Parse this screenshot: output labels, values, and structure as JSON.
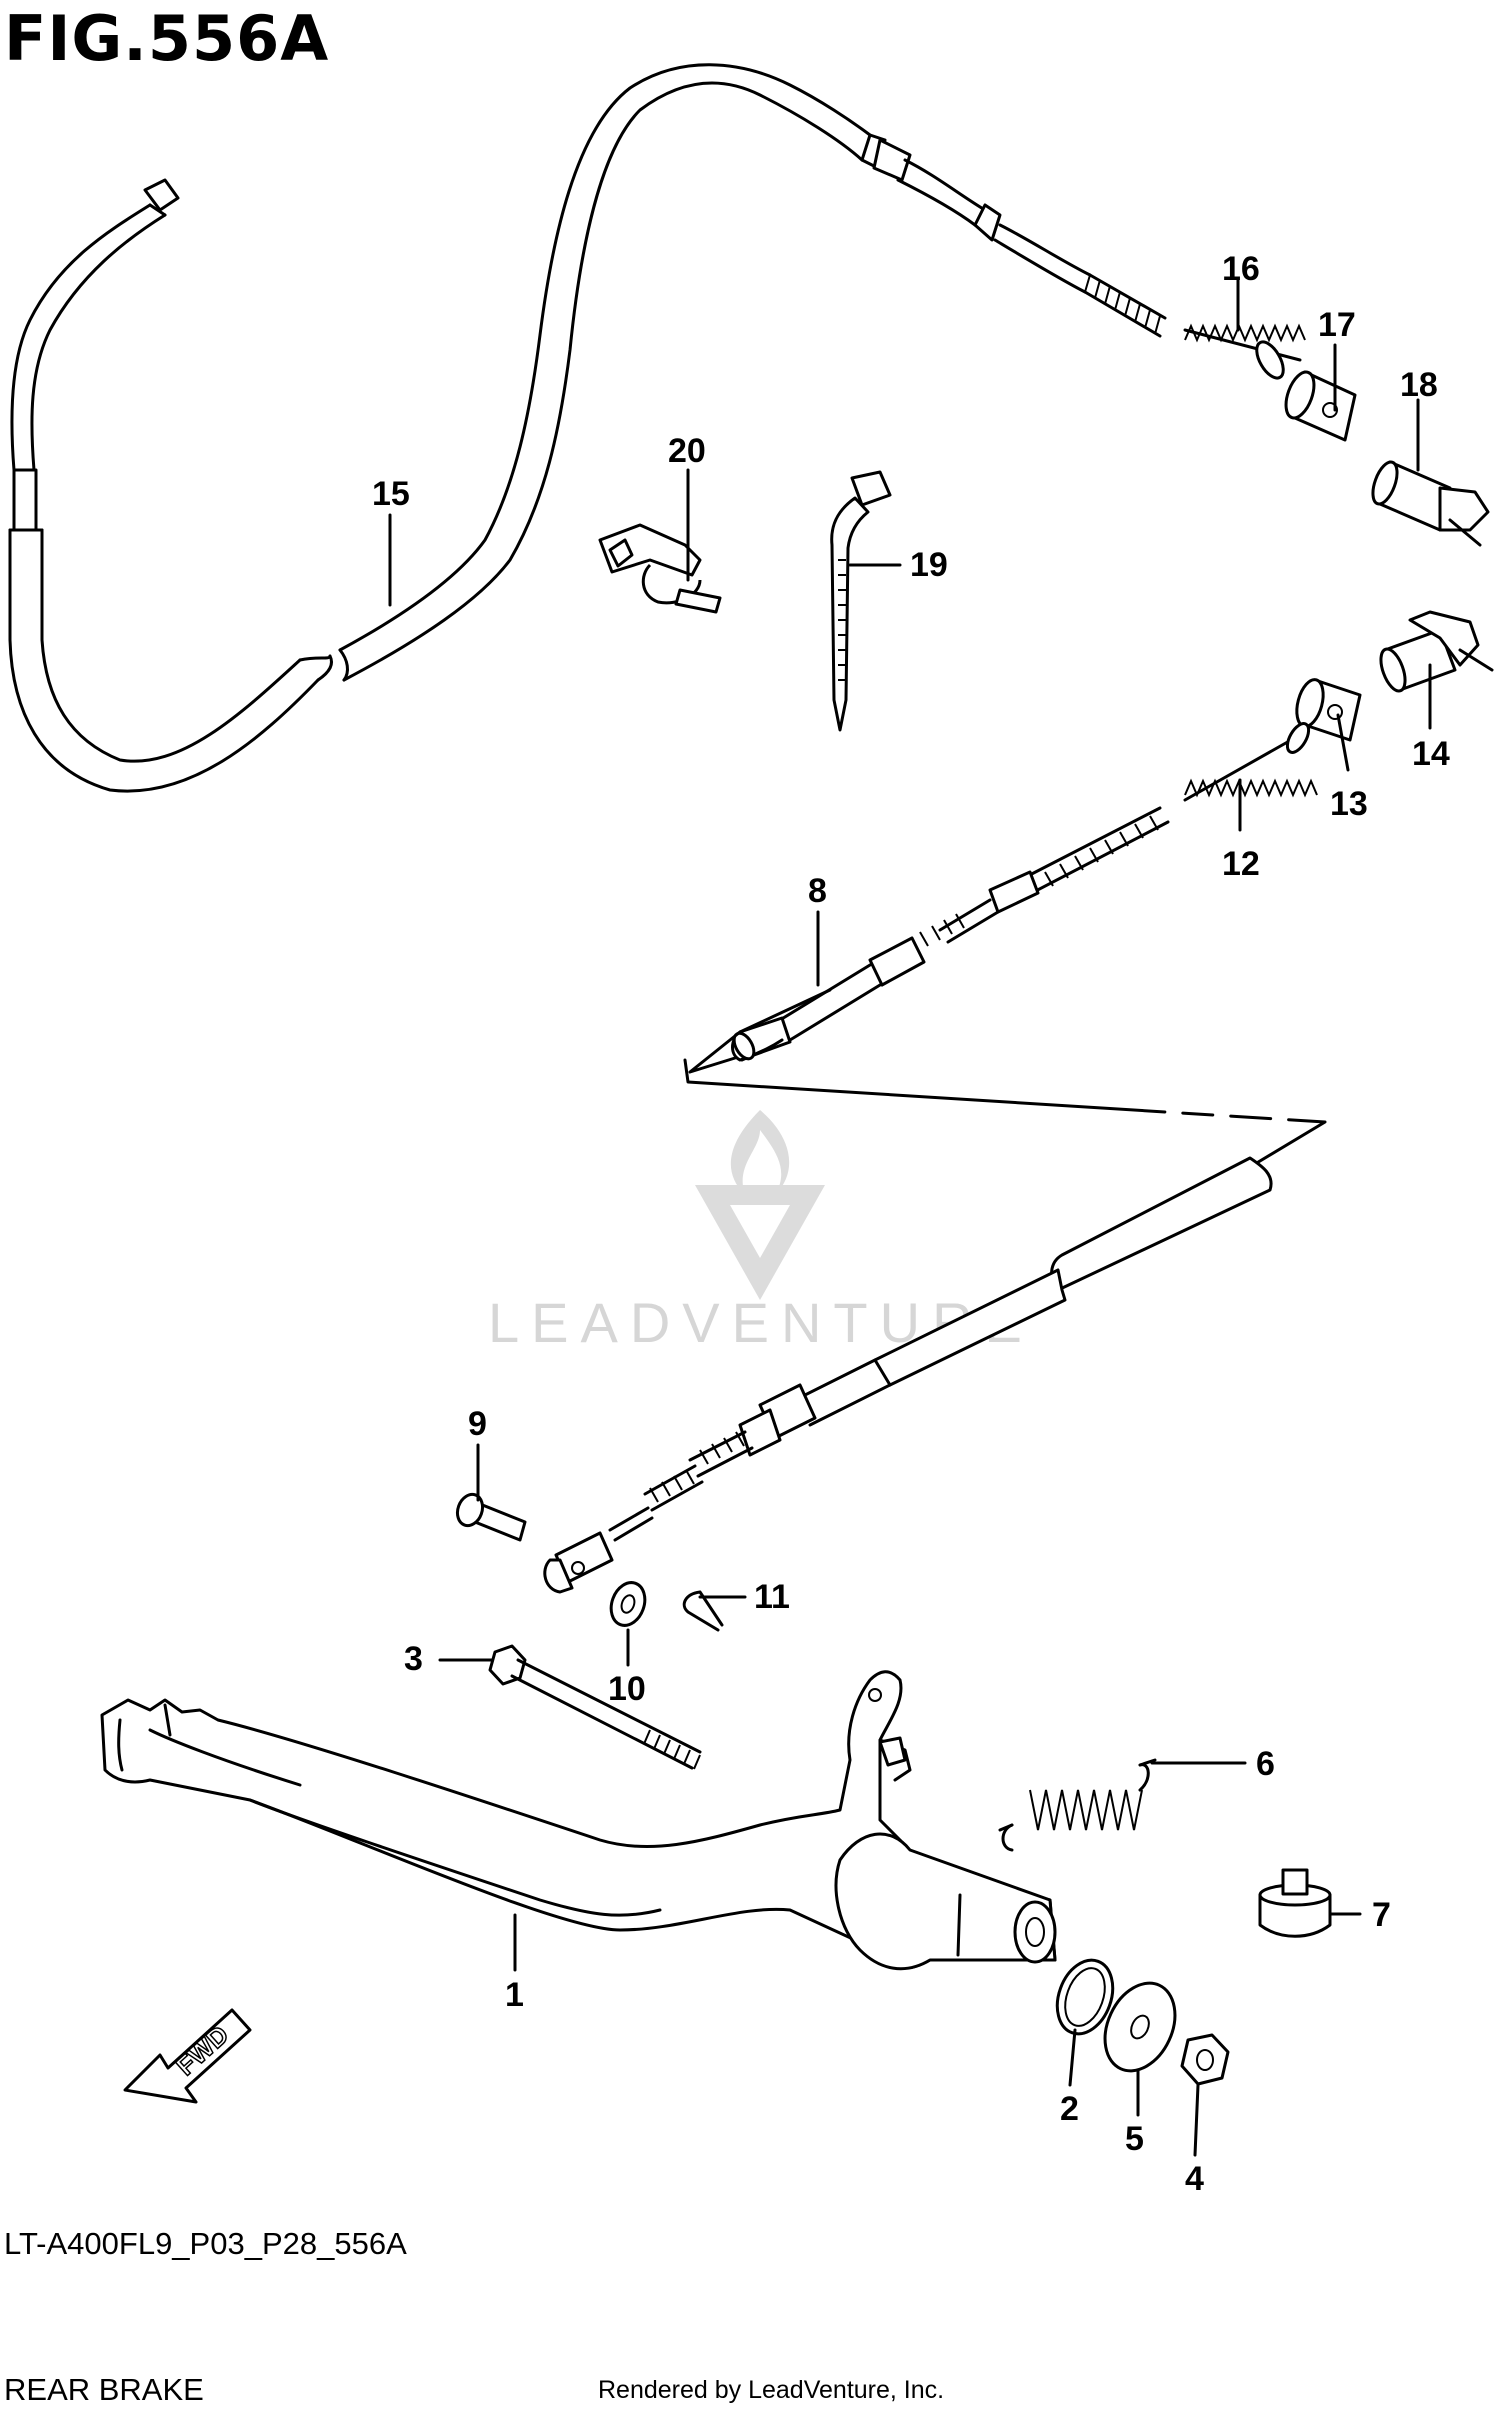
{
  "figure": {
    "title": "FIG.556A",
    "code": "LT-A400FL9_P03_P28_556A",
    "name": "REAR BRAKE",
    "rendered_by": "Rendered by LeadVenture, Inc.",
    "watermark": "LEADVENTURE",
    "fwd_label": "FWD"
  },
  "callouts": [
    "1",
    "2",
    "3",
    "4",
    "5",
    "6",
    "7",
    "8",
    "9",
    "10",
    "11",
    "12",
    "13",
    "14",
    "15",
    "16",
    "17",
    "18",
    "19",
    "20"
  ],
  "colors": {
    "ink": "#000000",
    "watermark": "#d6d6d6",
    "background": "#ffffff"
  }
}
